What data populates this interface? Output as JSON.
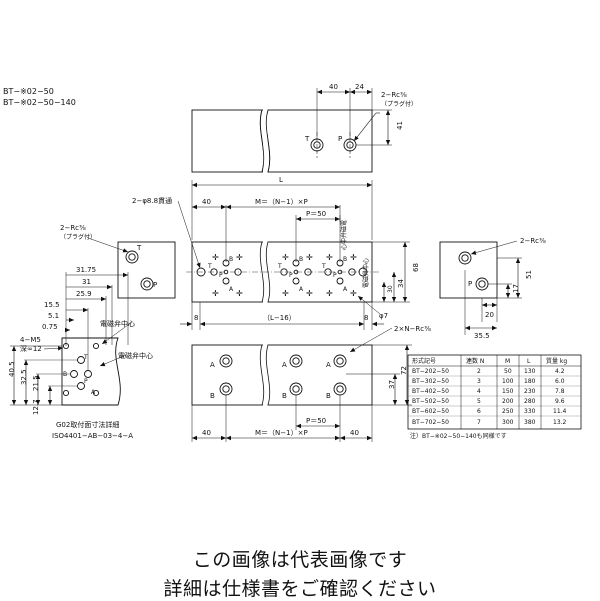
{
  "titles": [
    "BT−※02−50",
    "BT−※02−50−140"
  ],
  "top_view": {
    "dim_a": "40",
    "dim_b": "24",
    "dim_h": "41",
    "port_note": "2−Rc⅜",
    "plug_note": "（プラグ付）",
    "port_t": "T",
    "port_p": "P"
  },
  "front_view": {
    "dim_L": "L",
    "dim_40_left": "40",
    "dim_MNP": "M＝（N−1）×P",
    "dim_P50": "P＝50",
    "thru_note": "2−φ8.8貫通",
    "center_note": "心中弁磁電",
    "center_note2": "電磁弁中心",
    "dim_68": "68",
    "dim_34": "34",
    "dim_30": "30",
    "dim_8_left": "8",
    "dim_L16": "（L−16）",
    "dim_8_right": "8",
    "phi7": "φ7",
    "ports_note": "2×N−Rc⅜",
    "labels": [
      "T",
      "B",
      "P",
      "A"
    ]
  },
  "left_end": {
    "port_note": "2−Rc⅜",
    "plug_note": "（プラグ付）",
    "port_t": "T",
    "port_p": "P"
  },
  "right_end": {
    "port_note": "2−Rc⅜",
    "port_p": "P",
    "dim_51": "51",
    "dim_17": "17",
    "dim_355": "35.5"
  },
  "g02_detail": {
    "dims_top": [
      "31.75",
      "31",
      "25.9",
      "15.5",
      "5.1",
      "0.75"
    ],
    "m5_note": "4−M5",
    "depth_note": "深∞12",
    "center1": "電磁弁中心",
    "center2": "電磁弁中心",
    "dims_left": [
      "40.5",
      "32.5",
      "21.5",
      "12.7"
    ],
    "caption1": "G02取付面寸法詳細",
    "caption2": "ISO4401−AB−03−4−A",
    "labels": [
      "T",
      "B",
      "P",
      "A"
    ]
  },
  "bottom_view": {
    "dim_40_left": "40",
    "dim_MNP": "M＝（N−1）×P",
    "dim_40_right": "40",
    "dim_P50": "P＝50",
    "dim_37": "37",
    "dim_72": "72",
    "labels": [
      "A",
      "B"
    ]
  },
  "spec_table": {
    "headers": [
      "形式記号",
      "連数 N",
      "M",
      "L",
      "質量 kg"
    ],
    "rows": [
      [
        "BT−202−50",
        "2",
        "50",
        "130",
        "4.2"
      ],
      [
        "BT−302−50",
        "3",
        "100",
        "180",
        "6.0"
      ],
      [
        "BT−402−50",
        "4",
        "150",
        "230",
        "7.8"
      ],
      [
        "BT−502−50",
        "5",
        "200",
        "280",
        "9.6"
      ],
      [
        "BT−602−50",
        "6",
        "250",
        "330",
        "11.4"
      ],
      [
        "BT−702−50",
        "7",
        "300",
        "380",
        "13.2"
      ]
    ],
    "note": "注）BT−※02−50−140も同様です"
  },
  "footer": [
    "この画像は代表画像です",
    "詳細は仕様書をご確認ください"
  ]
}
